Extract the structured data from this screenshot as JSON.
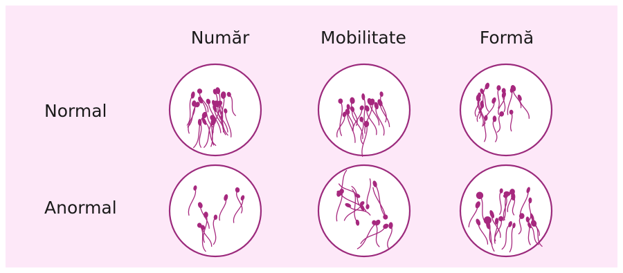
{
  "columns": [
    "Număr",
    "Mobilitate",
    "Formă"
  ],
  "rows": [
    "Normal",
    "Anormal"
  ],
  "colors": {
    "background": "#fde8f8",
    "circle_fill": "#ffffff",
    "circle_stroke": "#9b2a7c",
    "sperm": "#a6287e"
  },
  "dishes": [
    {
      "id": "normal-numar",
      "sperm_count": 22
    },
    {
      "id": "normal-mobilitate",
      "sperm_count": 16
    },
    {
      "id": "normal-forma",
      "sperm_count": 18
    },
    {
      "id": "anormal-numar",
      "sperm_count": 9
    },
    {
      "id": "anormal-mobilitate",
      "sperm_count": 15
    },
    {
      "id": "anormal-forma",
      "sperm_count": 22
    }
  ]
}
